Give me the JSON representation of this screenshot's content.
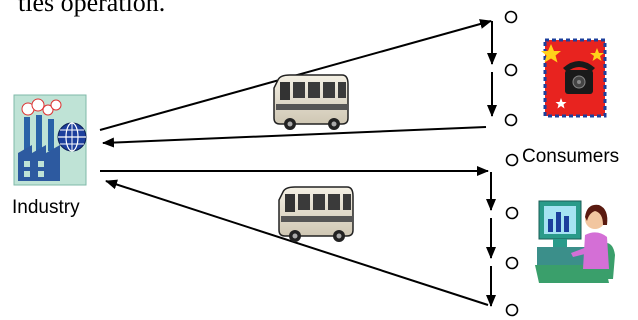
{
  "header": {
    "text_fragment": "ties operation."
  },
  "labels": {
    "industry": "Industry",
    "consumers": "Consumers"
  },
  "icons": {
    "industry": "factory-globe-clipart-icon",
    "bus": "bus-clipart-icon",
    "telephone": "telephone-stamp-clipart-icon",
    "computer_user": "woman-at-computer-clipart-icon"
  },
  "colors": {
    "line": "#000000",
    "factory_bg": "#bfe3d6",
    "globe": "#1c3f9c",
    "stamp_red": "#e8231f",
    "stamp_yellow": "#ffd21a",
    "person_purple": "#d46fd6",
    "monitor_teal": "#2a9b8a"
  }
}
